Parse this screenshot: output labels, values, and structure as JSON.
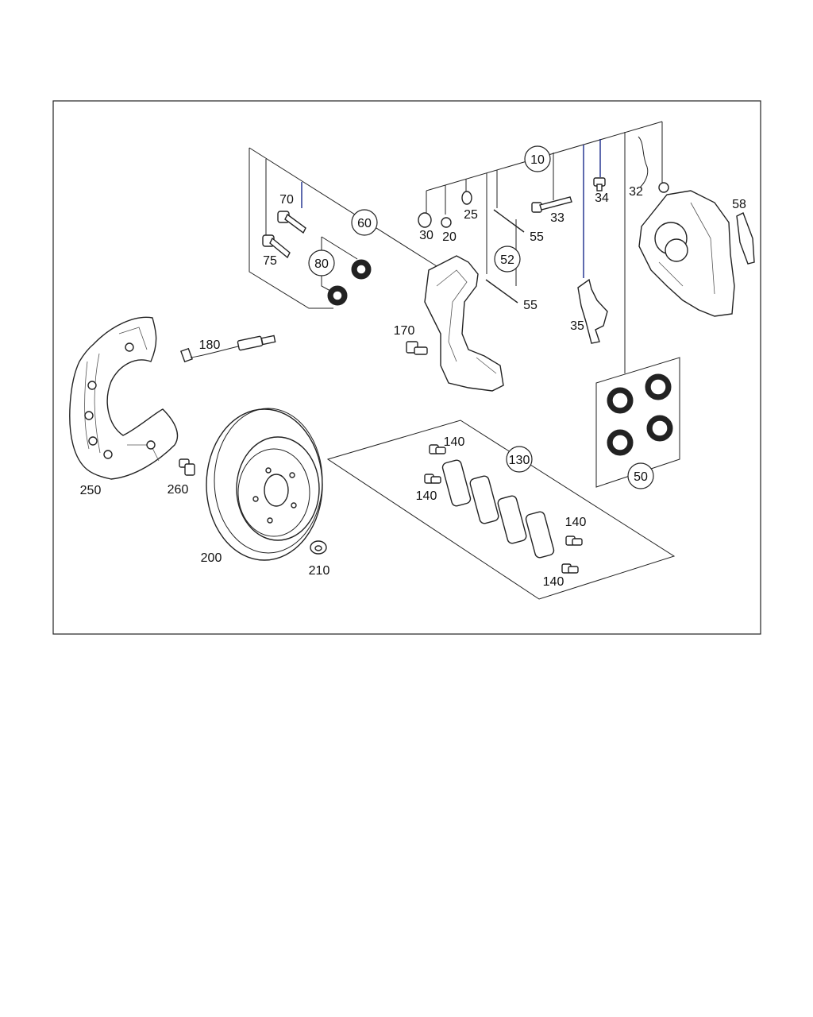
{
  "labels": {
    "l10": "10",
    "l20": "20",
    "l25": "25",
    "l30": "30",
    "l32": "32",
    "l33": "33",
    "l34": "34",
    "l35": "35",
    "l50": "50",
    "l52": "52",
    "l55a": "55",
    "l55b": "55",
    "l58": "58",
    "l60": "60",
    "l70": "70",
    "l75": "75",
    "l80": "80",
    "l130": "130",
    "l140a": "140",
    "l140b": "140",
    "l140c": "140",
    "l140d": "140",
    "l170": "170",
    "l180": "180",
    "l200": "200",
    "l210": "210",
    "l250": "250",
    "l260": "260"
  },
  "colors": {
    "leader_blue": "#1a2a8c",
    "line": "#222222",
    "background": "#ffffff"
  }
}
